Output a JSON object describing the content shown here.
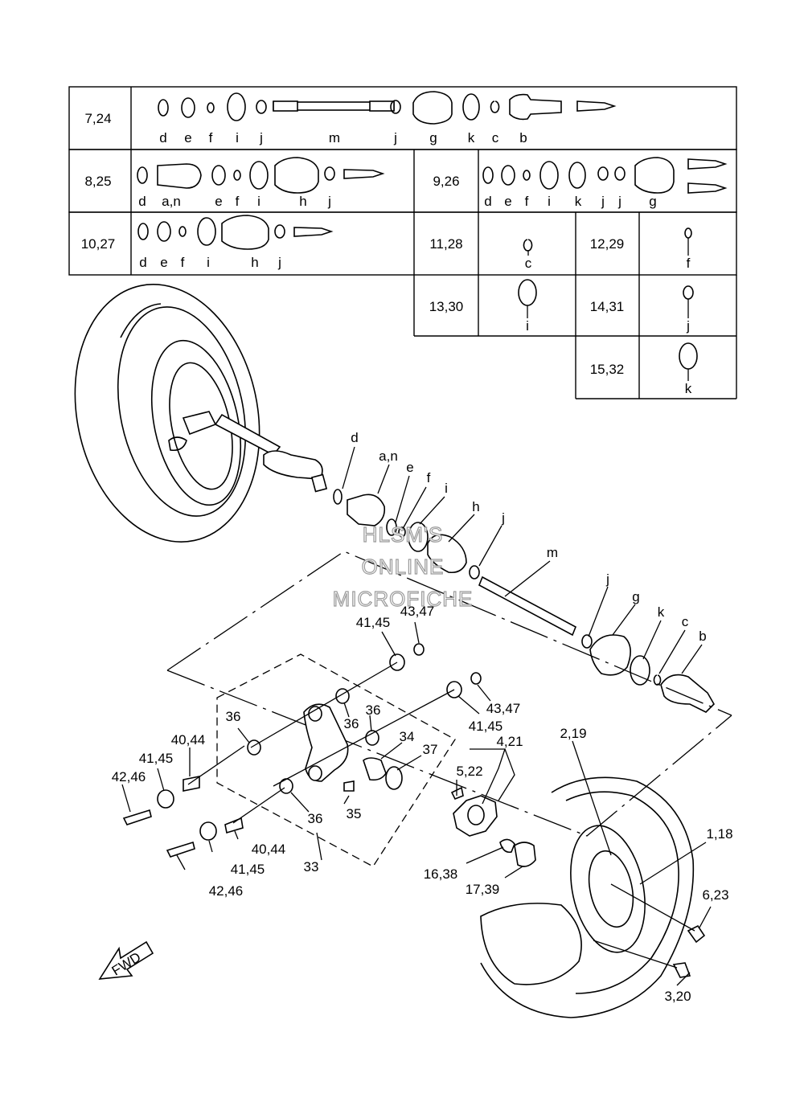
{
  "parts_table": {
    "rows": [
      {
        "ref": "7,24",
        "letters": [
          "d",
          "e",
          "f",
          "i",
          "j",
          "m",
          "j",
          "g",
          "k",
          "c",
          "b"
        ]
      },
      {
        "ref": "8,25",
        "letters": [
          "d",
          "a,n",
          "e",
          "f",
          "i",
          "h",
          "j"
        ]
      },
      {
        "ref": "9,26",
        "letters": [
          "d",
          "e",
          "f",
          "i",
          "k",
          "j",
          "j",
          "g"
        ]
      },
      {
        "ref": "10,27",
        "letters": [
          "d",
          "e",
          "f",
          "i",
          "h",
          "j"
        ]
      },
      {
        "ref": "11,28",
        "letters": [
          "c"
        ]
      },
      {
        "ref": "12,29",
        "letters": [
          "f"
        ]
      },
      {
        "ref": "13,30",
        "letters": [
          "i"
        ]
      },
      {
        "ref": "14,31",
        "letters": [
          "j"
        ]
      },
      {
        "ref": "15,32",
        "letters": [
          "k"
        ]
      }
    ]
  },
  "callouts": {
    "d": "d",
    "an": "a,n",
    "e": "e",
    "f": "f",
    "i": "i",
    "h": "h",
    "j1": "j",
    "m": "m",
    "j2": "j",
    "g": "g",
    "k": "k",
    "c": "c",
    "b": "b",
    "c4147_top": "41,45",
    "c4347_top": "43,47",
    "c4347_right": "43,47",
    "c4145_right": "41,45",
    "c36_a": "36",
    "c36_b": "36",
    "c36_c": "36",
    "c36_d": "36",
    "c34": "34",
    "c37": "37",
    "c35": "35",
    "c33": "33",
    "c4044_a": "40,44",
    "c4145_a": "41,45",
    "c4246_a": "42,46",
    "c4044_b": "40,44",
    "c4145_b": "41,45",
    "c4246_b": "42,46",
    "c421": "4,21",
    "c522": "5,22",
    "c219": "2,19",
    "c118": "1,18",
    "c1638": "16,38",
    "c1739": "17,39",
    "c623": "6,23",
    "c320": "3,20"
  },
  "fwd_label": "FWD",
  "watermark": [
    "HLSM'S",
    "ONLINE",
    "MICROFICHE"
  ]
}
